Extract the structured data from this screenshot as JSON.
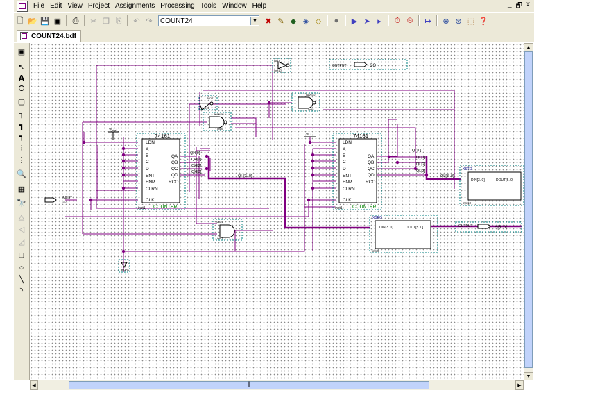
{
  "menu": {
    "items": [
      "File",
      "Edit",
      "View",
      "Project",
      "Assignments",
      "Processing",
      "Tools",
      "Window",
      "Help"
    ],
    "win_controls": [
      "_",
      "Β",
      "x"
    ]
  },
  "toolbar": {
    "project_value": "COUNT24"
  },
  "document": {
    "tab_label": "COUNT24.bdf"
  },
  "schematic": {
    "counter_low": {
      "part": "74161",
      "name": "COUNTER",
      "inst": "inst1",
      "pins_left": [
        "LDN",
        "A",
        "B",
        "C",
        "D",
        "ENT",
        "ENP",
        "CLRN",
        "CLK"
      ],
      "pins_right": [
        "QA",
        "QB",
        "QC",
        "QD",
        "RCO"
      ]
    },
    "counter_high": {
      "part": "74161",
      "name": "COUNTER",
      "inst": "inst1",
      "pins_left": [
        "LDN",
        "A",
        "B",
        "C",
        "D",
        "ENT",
        "ENP",
        "CLRN",
        "CLK"
      ],
      "pins_right": [
        "QA",
        "QB",
        "QC",
        "QD",
        "RCO"
      ]
    },
    "net_labels_high": [
      "QH[0]",
      "QH[1]",
      "QH[2]",
      "QH[3]"
    ],
    "net_labels_low": [
      "QL[0]",
      "QL[1]",
      "QL[2]",
      "QL[3]"
    ],
    "bus_high": "QH[3..0]",
    "bus_low": "QL[3..0]",
    "vcc": "VCC",
    "gnd": "GND",
    "input_pin": "INPUT",
    "input_sub": "VCC",
    "output_co": "OUTPUT",
    "output_co_name": "CO",
    "output_bus": "OUTPUT",
    "output_bus_name": "H[5..0]",
    "and2": "AND2",
    "nand2": "NAND2",
    "not_gate": "NOT",
    "inst_labels": [
      "inst10",
      "inst11",
      "inst5",
      "inst6",
      "inst7",
      "inst8",
      "inst9"
    ],
    "block_xsto": {
      "name": "XSTO",
      "din": "DIN[3..0]",
      "dout": "DOUT[5..0]",
      "inst": "inst10"
    },
    "block_xspo": {
      "name": "XSPO",
      "din": "DIN[3..0]",
      "dout": "DOUT[5..0]",
      "inst": "inst9"
    }
  }
}
